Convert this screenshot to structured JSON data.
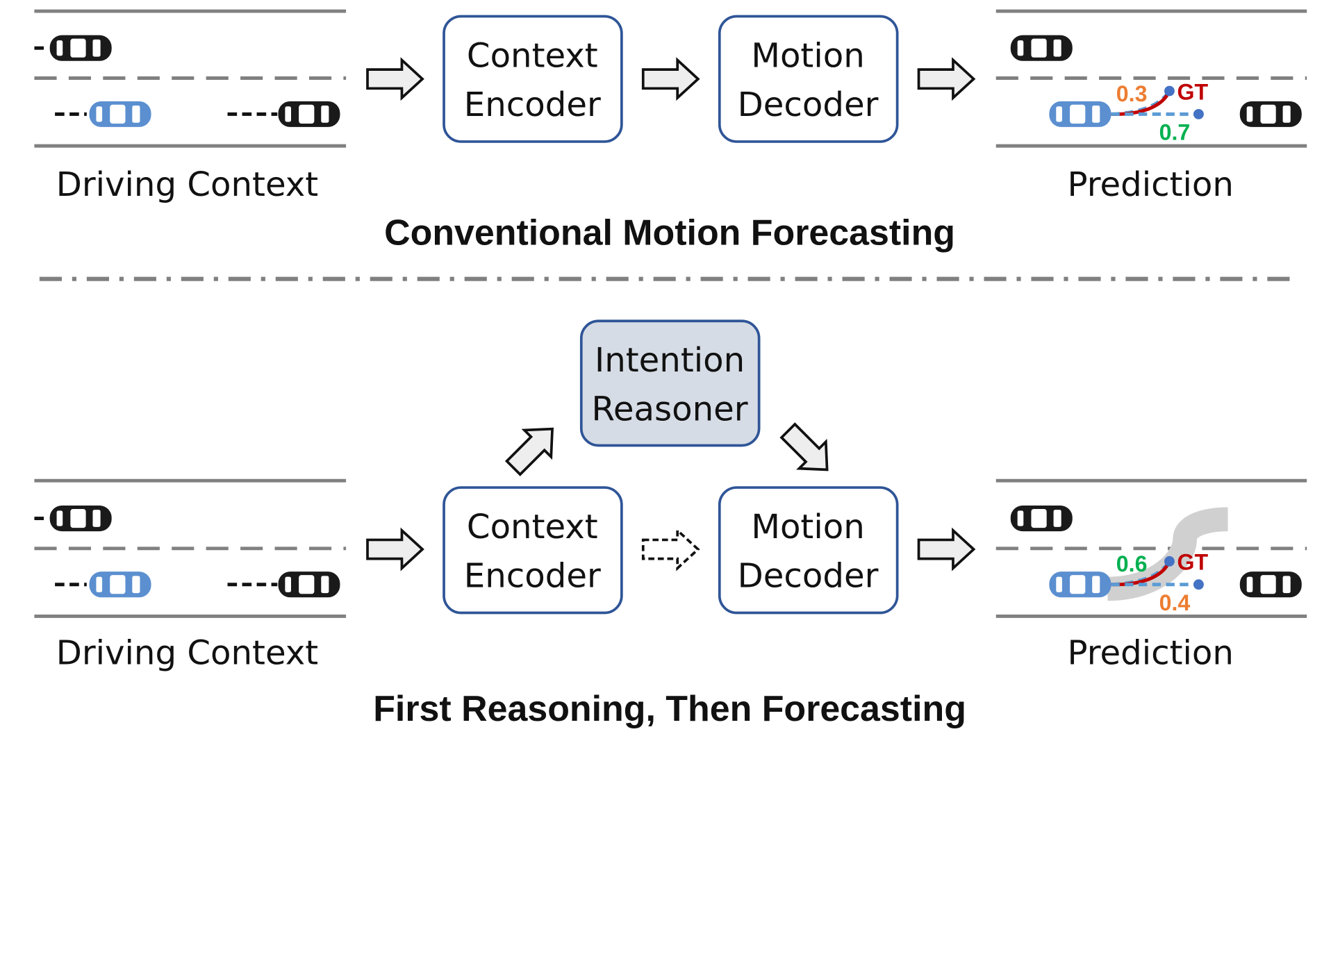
{
  "top": {
    "section_title": "Conventional Motion Forecasting",
    "context_label": "Driving Context",
    "context_encoder": [
      "Context",
      "Encoder"
    ],
    "motion_decoder": [
      "Motion",
      "Decoder"
    ],
    "prediction_label": "Prediction",
    "prob_upper": "0.3",
    "prob_lower": "0.7",
    "gt_label": "GT"
  },
  "bottom": {
    "section_title": "First Reasoning, Then Forecasting",
    "context_label": "Driving Context",
    "intention_reasoner": [
      "Intention",
      "Reasoner"
    ],
    "context_encoder": [
      "Context",
      "Encoder"
    ],
    "motion_decoder": [
      "Motion",
      "Decoder"
    ],
    "prediction_label": "Prediction",
    "prob_upper": "0.6",
    "prob_lower": "0.4",
    "gt_label": "GT"
  },
  "colors": {
    "box_border": "#2f5597",
    "reasoner_fill": "#d6dce5",
    "ego_car": "#5b8fd0",
    "other_car": "#1a1a1a",
    "gt_curve": "#c00000",
    "orange_prob": "#ed7d31",
    "green_prob": "#00b050",
    "pred_dash": "#5b9bd5",
    "road": "#808080"
  }
}
